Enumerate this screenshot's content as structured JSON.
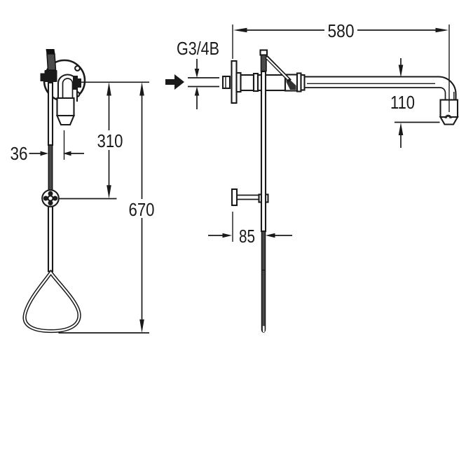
{
  "labels": {
    "overall_width": "580",
    "inlet_thread": "G3/4B",
    "head_drop": "110",
    "bracket_offset": "85",
    "rod_offset": "36",
    "guide_height": "310",
    "total_height": "670"
  },
  "colors": {
    "line": "#1a1a1a",
    "dark_fill": "#4a4a4a",
    "background": "#ffffff"
  }
}
